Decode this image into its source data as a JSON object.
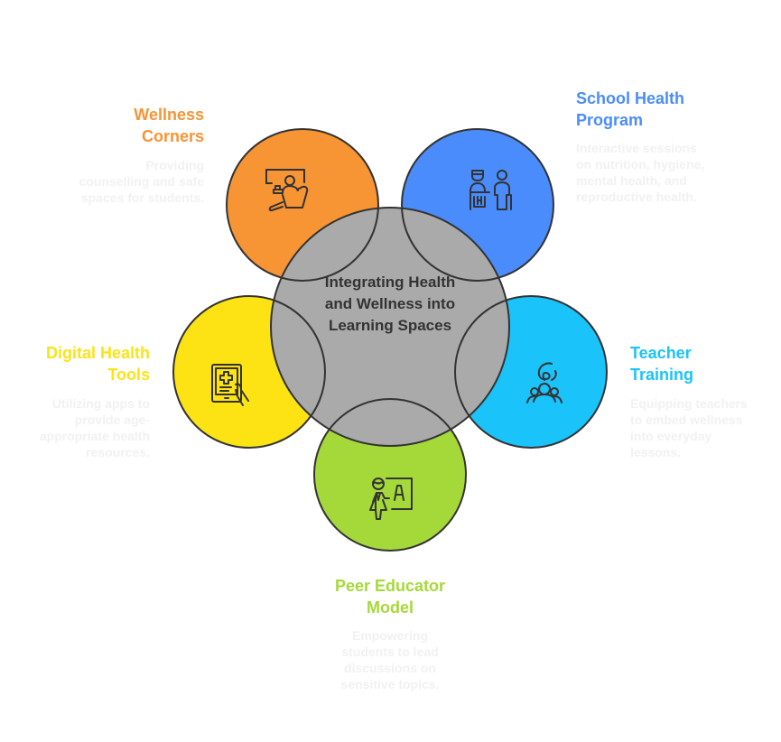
{
  "center": {
    "title": "Integrating Health and Wellness into Learning Spaces",
    "color": "#aaaaaa"
  },
  "nodes": [
    {
      "id": "wellness-corners",
      "title": "Wellness Corners",
      "description": "Providing counselling and safe spaces for students.",
      "color": "#f79433",
      "icon": "counselling-chair-icon"
    },
    {
      "id": "school-health-program",
      "title": "School Health Program",
      "description": "Interactive sessions on nutrition, hygiene, mental health, and reproductive health.",
      "color": "#4a8cfb",
      "icon": "doctor-patient-icon"
    },
    {
      "id": "digital-health-tools",
      "title": "Digital Health Tools",
      "description": "Utilizing apps to provide age-appropriate health resources.",
      "color": "#fde314",
      "icon": "health-tablet-icon"
    },
    {
      "id": "teacher-training",
      "title": "Teacher Training",
      "description": "Equipping teachers to embed wellness into everyday lessons.",
      "color": "#1bc3fb",
      "icon": "group-training-icon"
    },
    {
      "id": "peer-educator-model",
      "title": "Peer Educator Model",
      "description": "Empowering students to lead discussions on sensitive topics.",
      "color": "#a5d93a",
      "icon": "teacher-board-icon"
    }
  ],
  "colors": {
    "stroke": "#333333",
    "description_text": "#f1f1f1"
  }
}
